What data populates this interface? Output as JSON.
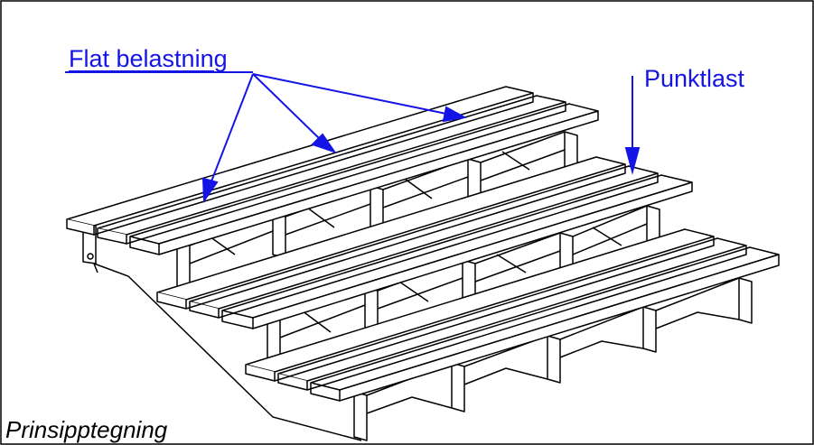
{
  "labels": {
    "flat_load": "Flat belastning",
    "point_load": "Punktlast",
    "caption": "Prinsipptegning"
  },
  "colors": {
    "annotation": "#1414e6",
    "line": "#000000",
    "background": "#ffffff"
  }
}
